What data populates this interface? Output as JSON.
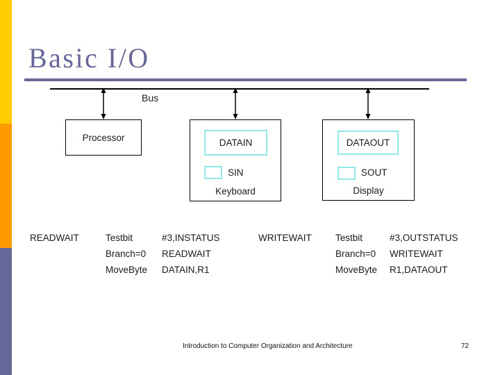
{
  "slide": {
    "title": "Basic I/O",
    "footer": "Introduction to Computer Organization and Architecture",
    "page_number": "72"
  },
  "colors": {
    "accent_purple": "#666699",
    "bar_yellow": "#FFCC00",
    "bar_orange": "#FF9900",
    "register_box_cyan": "#8FE8E8",
    "line_black": "#000000"
  },
  "diagram": {
    "bus_label": "Bus",
    "processor": {
      "label": "Processor"
    },
    "keyboard_interface": {
      "register": "DATAIN",
      "status_bit": "SIN",
      "device": "Keyboard"
    },
    "display_interface": {
      "register": "DATAOUT",
      "status_bit": "SOUT",
      "device": "Display"
    }
  },
  "code_left": {
    "label": "READWAIT",
    "rows": [
      {
        "op": "Testbit",
        "operand": "#3,INSTATUS"
      },
      {
        "op": "Branch=0",
        "operand": "READWAIT"
      },
      {
        "op": "MoveByte",
        "operand": "DATAIN,R1"
      }
    ]
  },
  "code_right": {
    "label": "WRITEWAIT",
    "rows": [
      {
        "op": "Testbit",
        "operand": "#3,OUTSTATUS"
      },
      {
        "op": "Branch=0",
        "operand": "WRITEWAIT"
      },
      {
        "op": "MoveByte",
        "operand": "R1,DATAOUT"
      }
    ]
  }
}
